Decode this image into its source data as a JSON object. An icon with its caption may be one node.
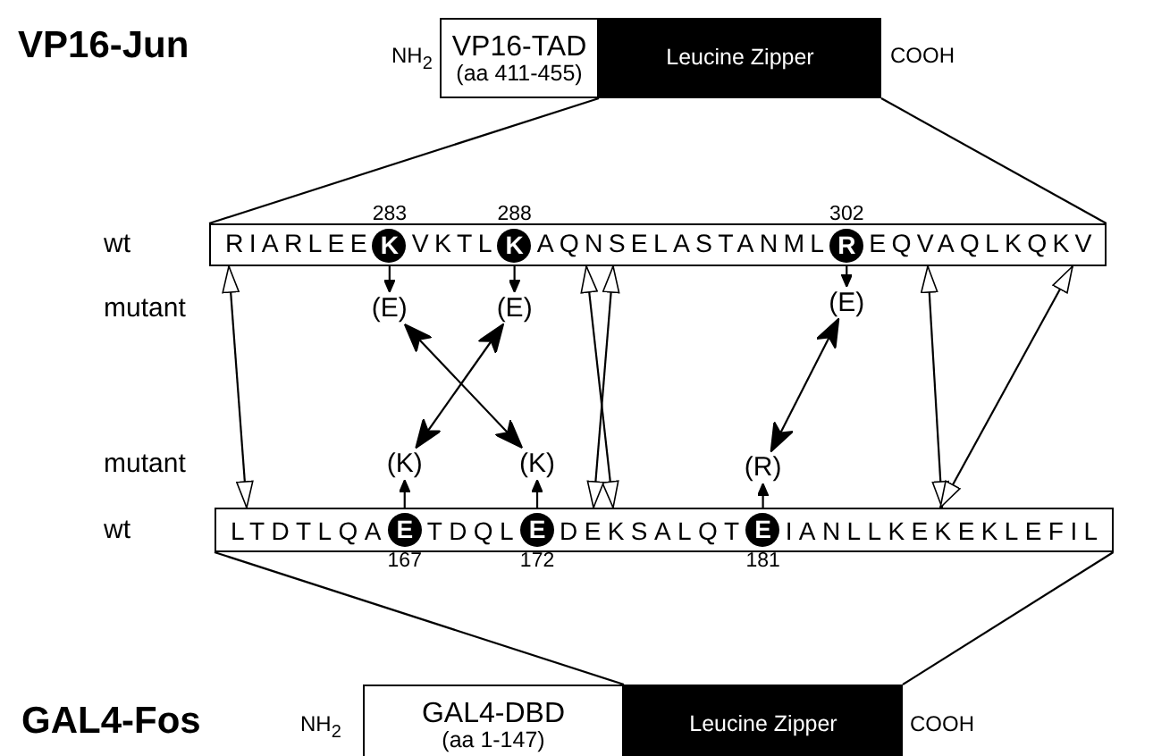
{
  "diagram": {
    "nodes": [
      {
        "text": [
          "VP16-TAD",
          "(aa 411-455)"
        ],
        "beside": [
          "NH$_{2}$"
        ]
      },
      {
        "text": [
          "Leucine Zipper"
        ],
        "beside": [
          "COOH"
        ]
      },
      {
        "text": [
          "RIARLEE",
          "VKTL",
          "AQNSELASTANML",
          "EQVAQLKQKV"
        ]
      },
      {
        "text": [
          "K"
        ],
        "in": 2,
        "beside": [
          "283"
        ]
      },
      {
        "text": [
          "K"
        ],
        "in": 2,
        "beside": [
          "288"
        ]
      },
      {
        "text": [
          "R"
        ],
        "in": 2,
        "beside": [
          "302"
        ]
      },
      {
        "text": [
          "(E)"
        ]
      },
      {
        "text": [
          "(E)"
        ]
      },
      {
        "text": [
          "(E)"
        ]
      },
      {
        "text": [
          "(K)"
        ]
      },
      {
        "text": [
          "(K)"
        ]
      },
      {
        "text": [
          "(R)"
        ]
      },
      {
        "text": [
          "LTDTLQA",
          "TDQL",
          "DEKSALQT",
          "IANLLKEKEKLEFIL"
        ]
      },
      {
        "text": [
          "E"
        ],
        "in": 12,
        "beside": [
          "167"
        ]
      },
      {
        "text": [
          "E"
        ],
        "in": 12,
        "beside": [
          "172"
        ]
      },
      {
        "text": [
          "E"
        ],
        "in": 12,
        "beside": [
          "181"
        ]
      },
      {
        "text": [
          "GAL4-DBD",
          "(aa 1-147)"
        ],
        "beside": [
          "NH$_{2}$"
        ]
      },
      {
        "text": [
          "Leucine Zipper"
        ],
        "beside": [
          "COOH"
        ]
      }
    ],
    "edges": [
      {
        "from": 1,
        "to": 2,
        "arrow": "none"
      },
      {
        "from": 1,
        "to": 2,
        "arrow": "none"
      },
      {
        "from": 3,
        "to": 6,
        "arrow": "to"
      },
      {
        "from": 4,
        "to": 7,
        "arrow": "to"
      },
      {
        "from": 5,
        "to": 8,
        "arrow": "to"
      },
      {
        "from": 6,
        "to": 10,
        "arrow": "both"
      },
      {
        "from": 7,
        "to": 9,
        "arrow": "both"
      },
      {
        "from": 8,
        "to": 11,
        "arrow": "both"
      },
      {
        "from": 13,
        "to": 9,
        "arrow": "to"
      },
      {
        "from": 14,
        "to": 10,
        "arrow": "to"
      },
      {
        "from": 15,
        "to": 11,
        "arrow": "to"
      },
      {
        "from": 2,
        "to": 12,
        "arrow": "both"
      },
      {
        "from": 2,
        "to": 12,
        "arrow": "both"
      },
      {
        "from": 2,
        "to": 12,
        "arrow": "both"
      },
      {
        "from": 2,
        "to": 12,
        "arrow": "both"
      },
      {
        "from": 2,
        "to": 12,
        "arrow": "both"
      },
      {
        "from": 12,
        "to": 17,
        "arrow": "none"
      },
      {
        "from": 12,
        "to": 17,
        "arrow": "none"
      }
    ],
    "labels": [
      "VP16-Jun",
      "wt",
      "mutant",
      "mutant",
      "wt",
      "GAL4-Fos"
    ]
  }
}
